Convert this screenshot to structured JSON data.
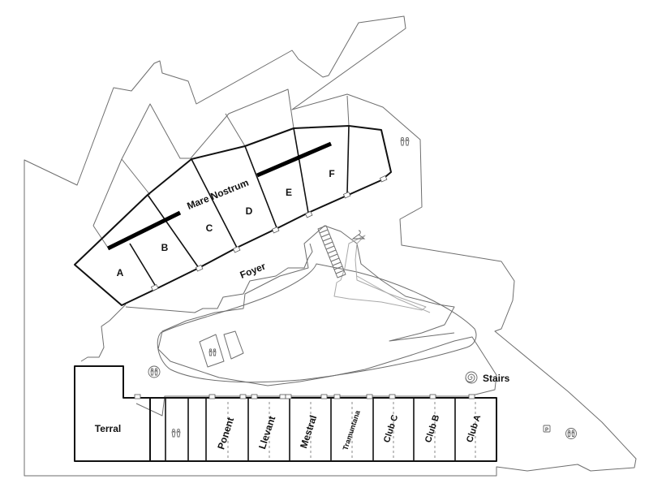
{
  "rooms": {
    "a": "A",
    "b": "B",
    "c": "C",
    "d": "D",
    "e": "E",
    "f": "F",
    "mare_nostrum": "Mare Nostrum",
    "foyer": "Foyer",
    "terral": "Terral",
    "ponent": "Ponent",
    "llevant": "Llevant",
    "mestral": "Mestral",
    "tramuntana": "Tramuntana",
    "club_c": "Club C",
    "club_b": "Club B",
    "club_a": "Club A"
  },
  "labels": {
    "stairs": "Stairs",
    "parking": "P"
  },
  "icons": {
    "restroom": "restroom-icon",
    "stairs": "spiral-stairs-icon",
    "parking": "parking-icon",
    "cloakroom": "hanger-icon"
  },
  "colors": {
    "wall": "#111111",
    "outline": "#6e6e6e",
    "background": "#ffffff"
  }
}
